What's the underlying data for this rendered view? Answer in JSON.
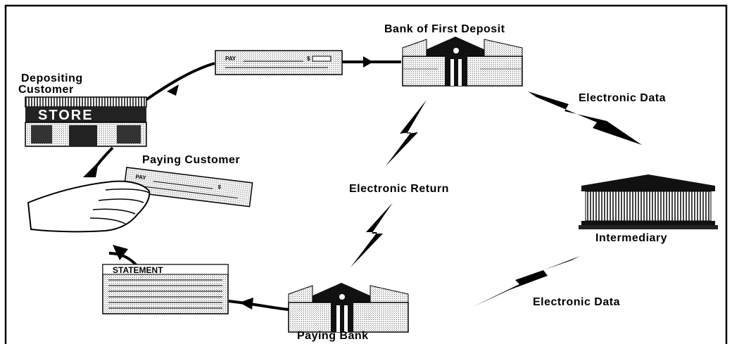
{
  "labels": {
    "bank_of_first_deposit": "Bank of First Deposit",
    "depositing_customer_line1": "Depositing",
    "depositing_customer_line2": "Customer",
    "paying_customer": "Paying Customer",
    "electronic_data_top": "Electronic Data",
    "electronic_return": "Electronic Return",
    "intermediary": "Intermediary",
    "electronic_data_bottom": "Electronic Data",
    "paying_bank": "Paying Bank"
  },
  "embedded_text": {
    "check_pay": "PAY",
    "check_dollar": "$",
    "store_sign": "STORE",
    "statement_header": "STATEMENT"
  },
  "icons": [
    "bank-building-icon",
    "store-icon",
    "check-icon",
    "hand-holding-check-icon",
    "classical-building-icon",
    "statement-document-icon",
    "lightning-bolt-icon",
    "arrow-icon"
  ]
}
